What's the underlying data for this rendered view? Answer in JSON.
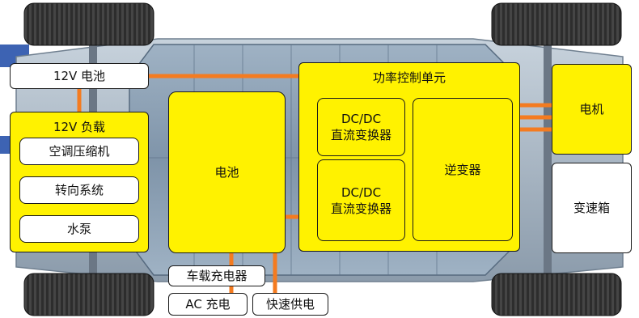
{
  "labels": {
    "battery_12v": "12V 电池",
    "load_12v": "12V 负载",
    "ac_compressor": "空调压缩机",
    "steering": "转向系统",
    "water_pump": "水泵",
    "battery": "电池",
    "pcu": "功率控制单元",
    "dcdc_1": "DC/DC\n直流变换器",
    "dcdc_2": "DC/DC\n直流变换器",
    "inverter": "逆变器",
    "motor": "电机",
    "gearbox": "变速箱",
    "onboard_charger": "车载充电器",
    "ac_charging": "AC 充电",
    "fast_charging": "快速供电"
  },
  "colors": {
    "component_fill": "#fff200",
    "neutral_fill": "#ffffff",
    "wire": "#f47b20",
    "chassis": "#8fa3b8",
    "tire": "#2b2b2b"
  }
}
